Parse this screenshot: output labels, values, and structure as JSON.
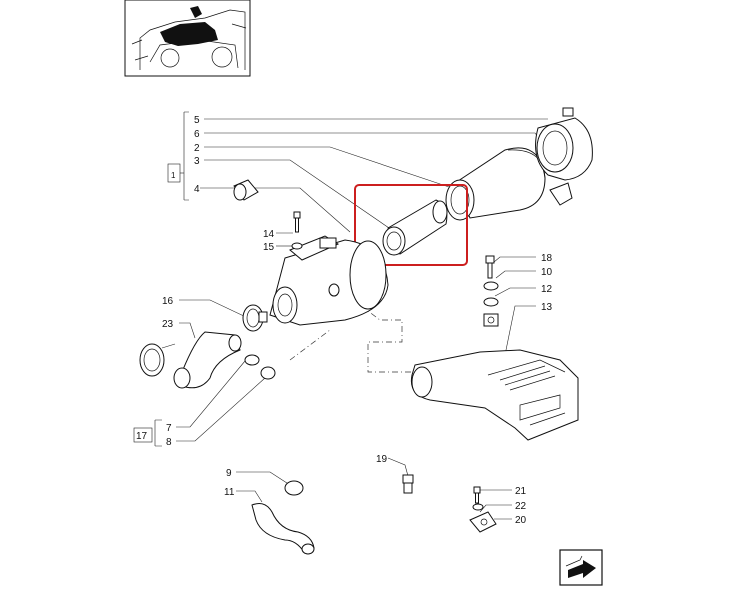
{
  "colors": {
    "highlight": "#cc1f1f",
    "ink": "#111111",
    "background": "#ffffff"
  },
  "icons": {
    "thumbnail": "tractor-engine-thumbnail",
    "navigation": "next-page-arrow-icon"
  },
  "callouts": {
    "c1": "1",
    "c2": "2",
    "c3": "3",
    "c4": "4",
    "c5": "5",
    "c6": "6",
    "c7": "7",
    "c8": "8",
    "c9": "9",
    "c10": "10",
    "c11": "11",
    "c12": "12",
    "c13": "13",
    "c14": "14",
    "c15": "15",
    "c16": "16",
    "c17": "17",
    "c18": "18",
    "c19": "19",
    "c20": "20",
    "c21": "21",
    "c22": "22",
    "c23": "23"
  }
}
